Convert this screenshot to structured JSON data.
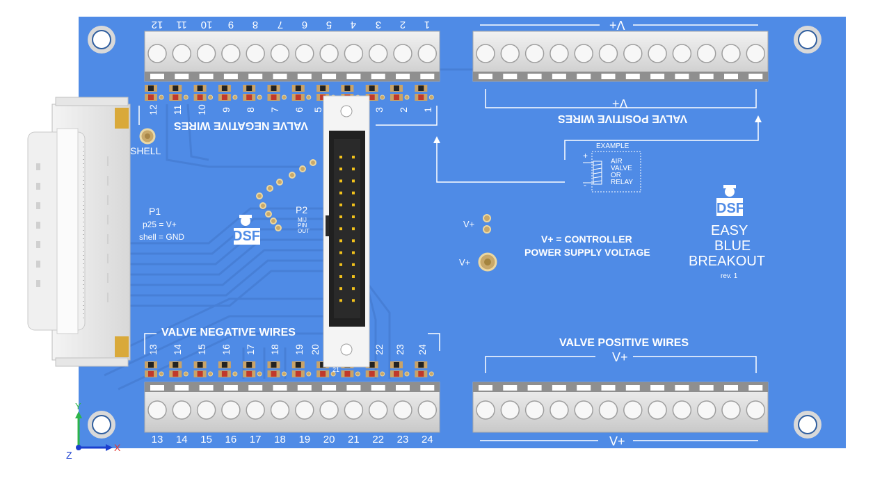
{
  "board": {
    "color": "#4f8be6",
    "title": [
      "EASY",
      "BLUE",
      "BREAKOUT"
    ],
    "revision": "rev. 1",
    "logo_text": "DSF"
  },
  "connectors": {
    "p1_label": "P1",
    "p1_notes": [
      "p25 = V+",
      "shell = GND"
    ],
    "shell_label": "SHELL",
    "p2_label": "P2",
    "p2_note": [
      "MIJ",
      "PIN",
      "OUT"
    ]
  },
  "top_left": {
    "terminal_numbers": [
      "12",
      "11",
      "10",
      "9",
      "8",
      "7",
      "6",
      "5",
      "4",
      "3",
      "2",
      "1"
    ],
    "lead_numbers": [
      "12",
      "11",
      "10",
      "9",
      "8",
      "7",
      "6",
      "5",
      "3",
      "2",
      "1"
    ],
    "caption": "VALVE NEGATIVE WIRES"
  },
  "bottom_left": {
    "caption": "VALVE NEGATIVE WIRES",
    "lead_numbers": [
      "13",
      "14",
      "15",
      "16",
      "17",
      "18",
      "19",
      "20",
      "22",
      "23",
      "24"
    ],
    "small_label": "21",
    "terminal_numbers": [
      "13",
      "14",
      "15",
      "16",
      "17",
      "18",
      "19",
      "20",
      "21",
      "22",
      "23",
      "24"
    ]
  },
  "top_right": {
    "header": "V+",
    "subheader": "V+",
    "caption": "VALVE POSITIVE WIRES"
  },
  "bottom_right": {
    "caption": "VALVE POSITIVE WIRES",
    "subheader": "V+",
    "footer": "V+"
  },
  "example": {
    "title": "EXAMPLE",
    "plus": "+",
    "minus": "-",
    "lines": [
      "AIR",
      "VALVE",
      "OR",
      "RELAY"
    ]
  },
  "power": {
    "vplus_small": "V+",
    "vplus_big": "V+",
    "note": [
      "V+ = CONTROLLER",
      "POWER SUPPLY VOLTAGE"
    ]
  },
  "axes": {
    "x": "X",
    "y": "Y",
    "z": "Z",
    "colors": {
      "x": "#e53935",
      "y": "#2db54a",
      "z": "#1a3fcf"
    }
  }
}
